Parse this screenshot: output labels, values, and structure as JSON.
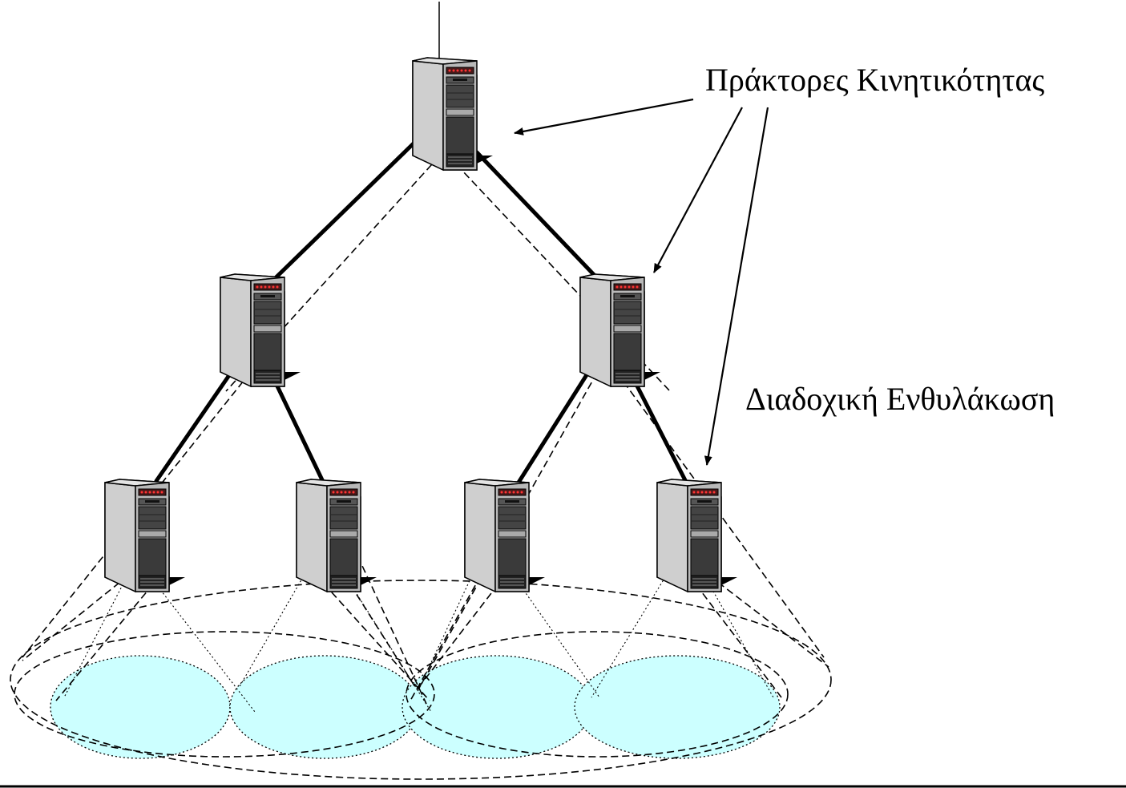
{
  "labels": {
    "mobility_agents": "Πράκτορες Κινητικότητας",
    "hierarchical_tunneling": "Διαδοχική Ενθυλάκωση"
  },
  "colors": {
    "cell_fill": "#ccffff",
    "server_body": "#c0c0c0",
    "server_front": "#3a3a3a",
    "server_led": "#cc2222"
  },
  "nodes": {
    "root": "server",
    "level1": [
      "server",
      "server"
    ],
    "level2": [
      "server",
      "server",
      "server",
      "server"
    ]
  },
  "cells_count": 4
}
